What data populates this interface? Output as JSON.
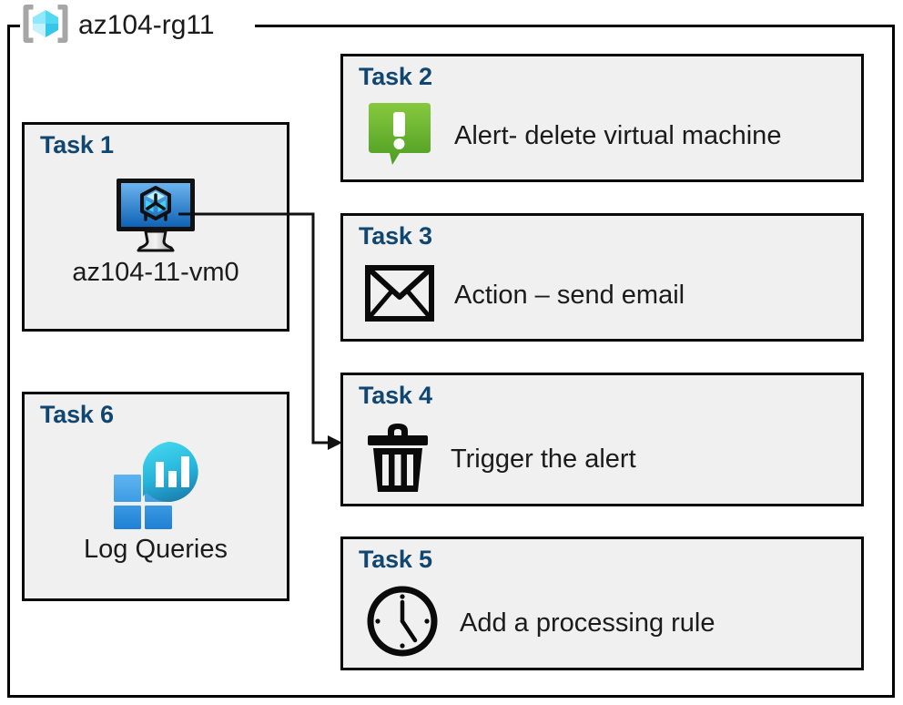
{
  "diagram": {
    "resource_group": {
      "name": "az104-rg11",
      "icon": "azure-resource-group-icon"
    },
    "colors": {
      "task_label": "#10466f",
      "card_fill": "#f0f0f0",
      "card_border": "#0a0a0a",
      "alert_green_light": "#7dc242",
      "alert_green_dark": "#4e9a24",
      "vm_blue_light": "#5ea7ea",
      "vm_blue_dark": "#1464b4",
      "log_blue": "#2a8fe0",
      "log_cyan": "#32cdea",
      "log_teal": "#1b7fae",
      "rg_icon_cyan": "#58dcf5",
      "rg_icon_gray": "#a6a6a6",
      "background": "#ffffff"
    },
    "tasks": [
      {
        "id": "task1",
        "label": "Task 1",
        "caption": "az104-11-vm0",
        "icon": "virtual-machine-icon",
        "layout": "vertical"
      },
      {
        "id": "task2",
        "label": "Task 2",
        "caption": "Alert- delete virtual machine",
        "icon": "alert-exclamation-icon",
        "layout": "row"
      },
      {
        "id": "task3",
        "label": "Task 3",
        "caption": "Action – send email",
        "icon": "envelope-icon",
        "layout": "row"
      },
      {
        "id": "task4",
        "label": "Task 4",
        "caption": "Trigger the alert",
        "icon": "trash-bin-icon",
        "layout": "row"
      },
      {
        "id": "task5",
        "label": "Task 5",
        "caption": "Add a processing rule",
        "icon": "clock-icon",
        "layout": "row"
      },
      {
        "id": "task6",
        "label": "Task 6",
        "caption": "Log Queries",
        "icon": "log-analytics-icon",
        "layout": "vertical"
      }
    ],
    "connector": {
      "from": "task1-virtual-machine-icon",
      "to": "task4",
      "arrow": "arrow-head-right"
    }
  }
}
